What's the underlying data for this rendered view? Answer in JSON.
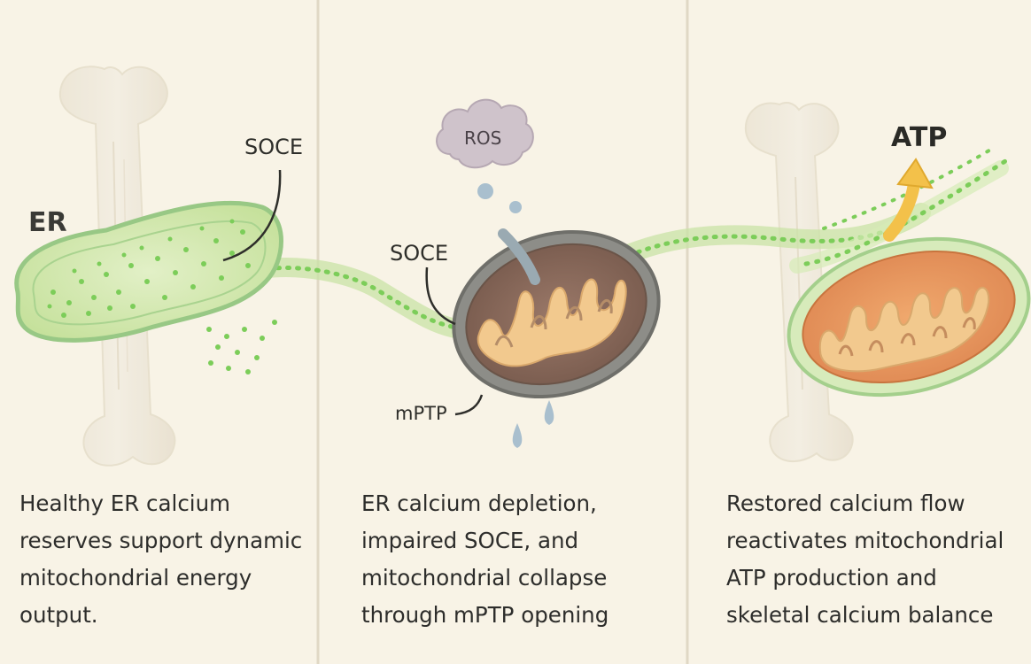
{
  "labels": {
    "er": "ER",
    "soce_left": "SOCE",
    "soce_mid": "SOCE",
    "ros": "ROS",
    "mptp": "mPTP",
    "atp": "ATP"
  },
  "captions": {
    "left": "Healthy ER calcium reserves support dynamic mitochondrial energy output.",
    "middle": "ER calcium depletion, impaired SOCE, and mitochondrial collapse through mPTP opening",
    "right": "Restored calcium flow reactivates mitochondrial ATP production and skeletal calcium balance"
  },
  "colors": {
    "background": "#f8f3e6",
    "er_fill": "#cfe6a8",
    "er_outline": "#8fc07a",
    "calcium_dots": "#7ccd59",
    "healthy_mito_fill": "#e8985e",
    "damaged_mito_fill": "#8a6a5a",
    "cristae": "#f2c98e",
    "ros_cloud": "#c9bdc6",
    "droplets": "#a9c0d0",
    "atp_arrow": "#f3c14a"
  }
}
